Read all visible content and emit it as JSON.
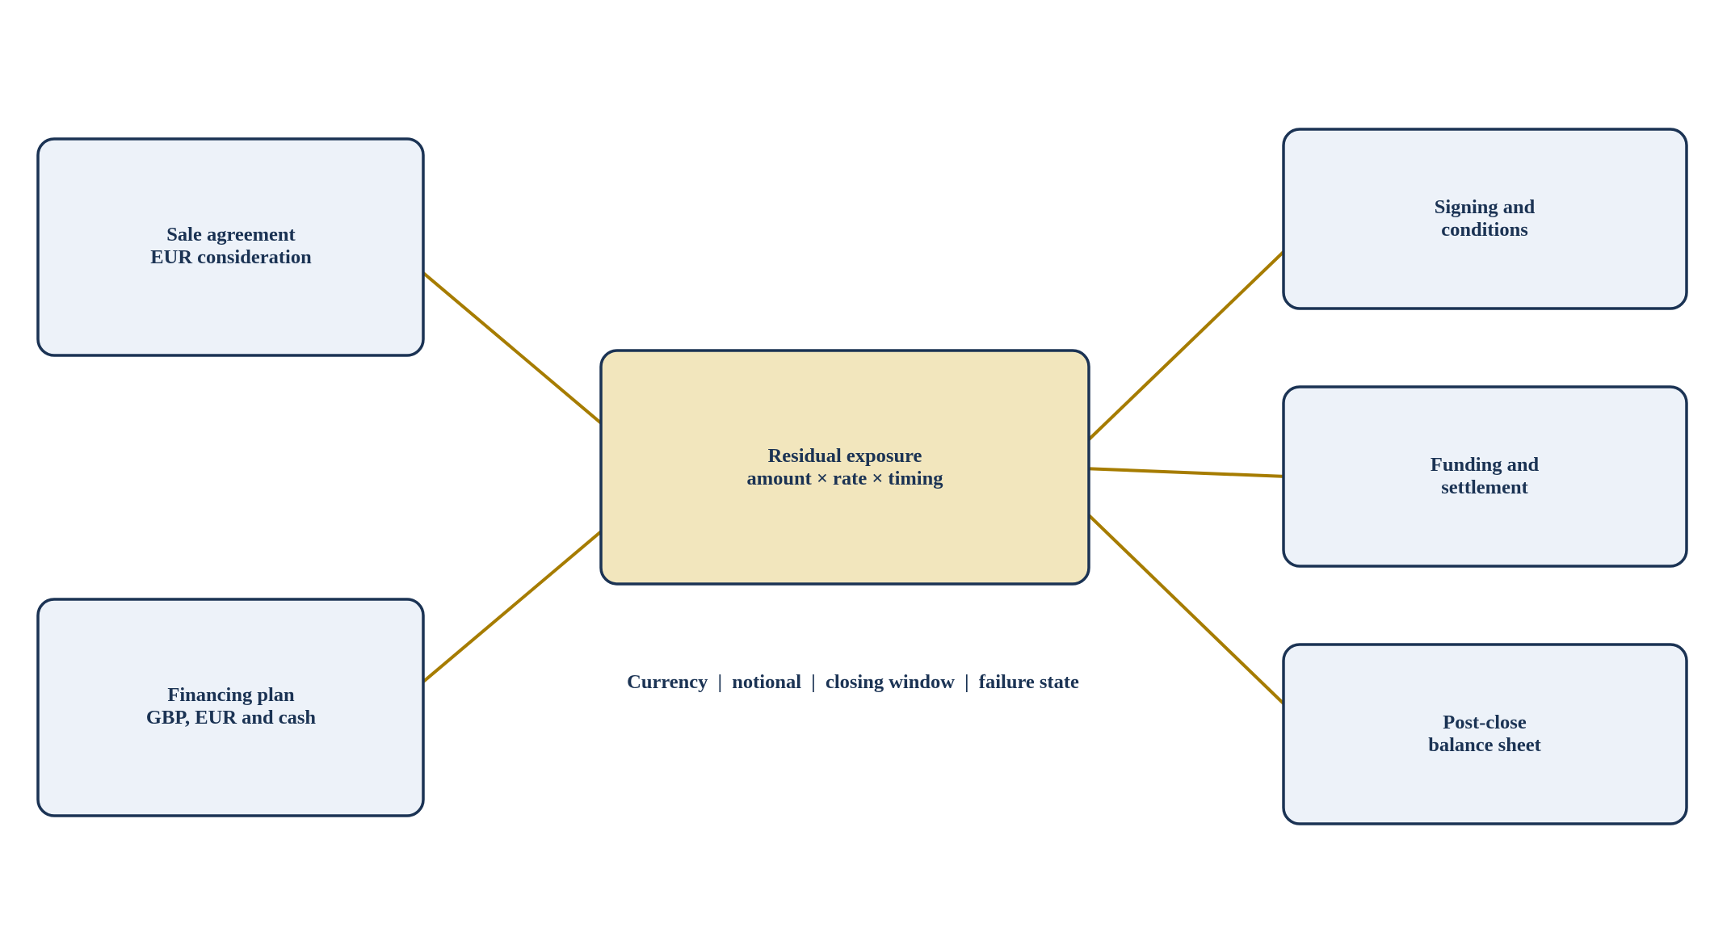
{
  "diagram": {
    "inputs": [
      {
        "line1": "Sale agreement",
        "line2": "EUR consideration"
      },
      {
        "line1": "Financing plan",
        "line2": "GBP, EUR and cash"
      }
    ],
    "hub": {
      "line1": "Residual exposure",
      "line2": "amount × rate × timing"
    },
    "outputs": [
      {
        "line1": "Signing and",
        "line2": "conditions"
      },
      {
        "line1": "Funding and",
        "line2": "settlement"
      },
      {
        "line1": "Post-close",
        "line2": "balance sheet"
      }
    ],
    "caption": "Currency  |  notional  |  closing window  |  failure state",
    "colors": {
      "input_fill": "#edf2f9",
      "hub_fill": "#f2e6bd",
      "border": "#1b3354",
      "arrow": "#a67c00",
      "text": "#1b3354"
    }
  }
}
